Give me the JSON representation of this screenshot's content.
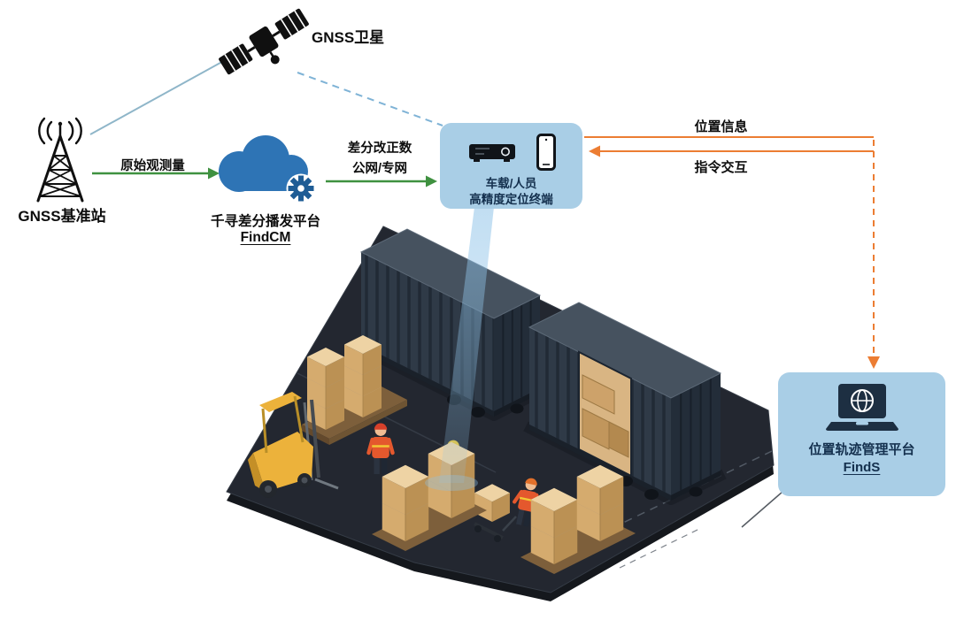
{
  "nodes": {
    "satellite": {
      "label": "GNSS卫星"
    },
    "base_station": {
      "label": "GNSS基准站"
    },
    "cloud_platform": {
      "label": "千寻差分播发平台",
      "product": "FindCM"
    },
    "terminal": {
      "label_line1": "车载/人员",
      "label_line2": "高精度定位终端"
    },
    "management_platform": {
      "label": "位置轨迹管理平台",
      "product": "FindS"
    }
  },
  "links": {
    "raw_observation": {
      "label": "原始观测量"
    },
    "diff_correction": {
      "label_line1": "差分改正数",
      "label_line2": "公网/专网"
    },
    "position_info": {
      "label": "位置信息"
    },
    "command_interaction": {
      "label": "指令交互"
    }
  },
  "colors": {
    "link_green": "#3f9140",
    "link_orange": "#ec7d33",
    "link_blue": "#7fb3d6",
    "callout_bg": "#a9cee6",
    "label_navy": "#14304e",
    "cloud_blue": "#2e74b5"
  }
}
